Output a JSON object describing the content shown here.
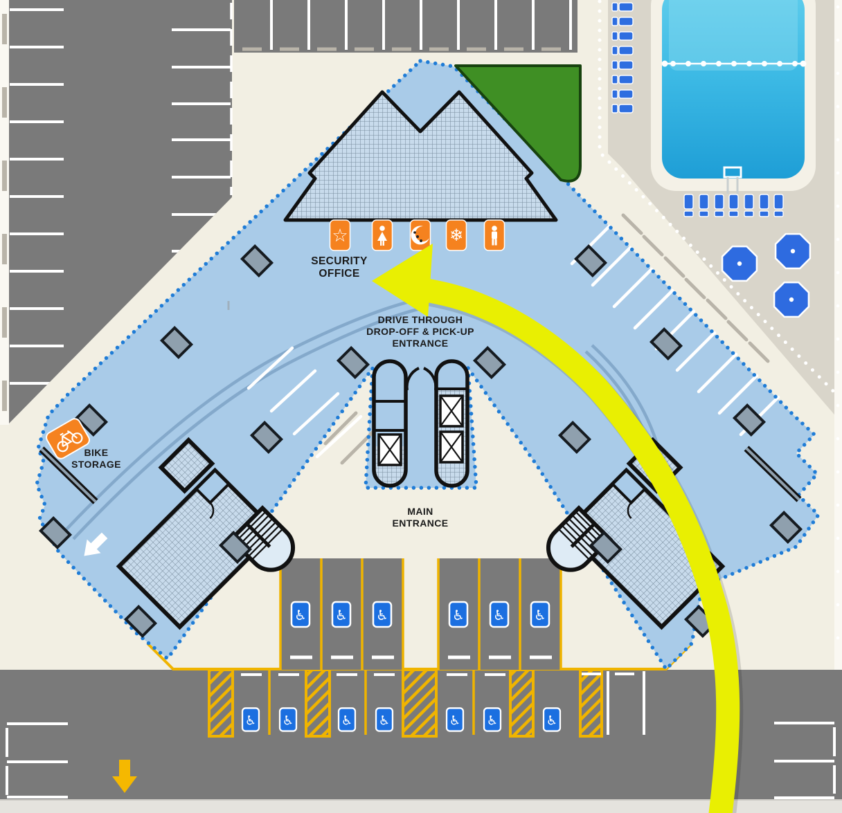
{
  "labels": {
    "security_office": [
      "SECURITY",
      "OFFICE"
    ],
    "drive_through": [
      "DRIVE THROUGH",
      "DROP-OFF & PICK-UP",
      "ENTRANCE"
    ],
    "main_entrance": [
      "MAIN",
      "ENTRANCE"
    ],
    "bike_storage": [
      "BIKE",
      "STORAGE"
    ]
  },
  "icons": {
    "amenity_badges": [
      "star-icon",
      "woman-icon",
      "moon-icon",
      "snowflake-icon",
      "man-icon"
    ],
    "accessible_icon_glyph": "♿",
    "other": [
      "bicycle-icon",
      "route-arrow",
      "exit-arrow-icon",
      "pedestrian-arrow-icon"
    ]
  },
  "colors": {
    "site_cream": "#F2EFE3",
    "plaza_beige": "#D9D5CA",
    "asphalt_gray": "#7A7A7A",
    "footprint_blue": "#A9CBE8",
    "boundary_dot_blue": "#1F7CD6",
    "building_mesh_blue": "#C8DBEC",
    "lawn_green": "#3F8F24",
    "route_yellow": "#E9EF02",
    "curb_yellow": "#F0B400",
    "badge_orange": "#F5821F",
    "accessible_blue": "#1B6FE0",
    "pool_water_blue": "#3DBAE5",
    "furniture_blue": "#2E6EE0",
    "tree_blue": "#2E6BE0",
    "line_white": "#FFFFFF",
    "outline_black": "#111111"
  },
  "counts": {
    "accessible_spots_upper": 6,
    "accessible_spots_roadside": 7,
    "no_parking_hatched_zones": 5,
    "trees": 3,
    "pool_loungers_side": 8,
    "pool_loungers_end": 7,
    "structural_columns": 16,
    "amenity_badges": 5,
    "elevators": 3
  }
}
